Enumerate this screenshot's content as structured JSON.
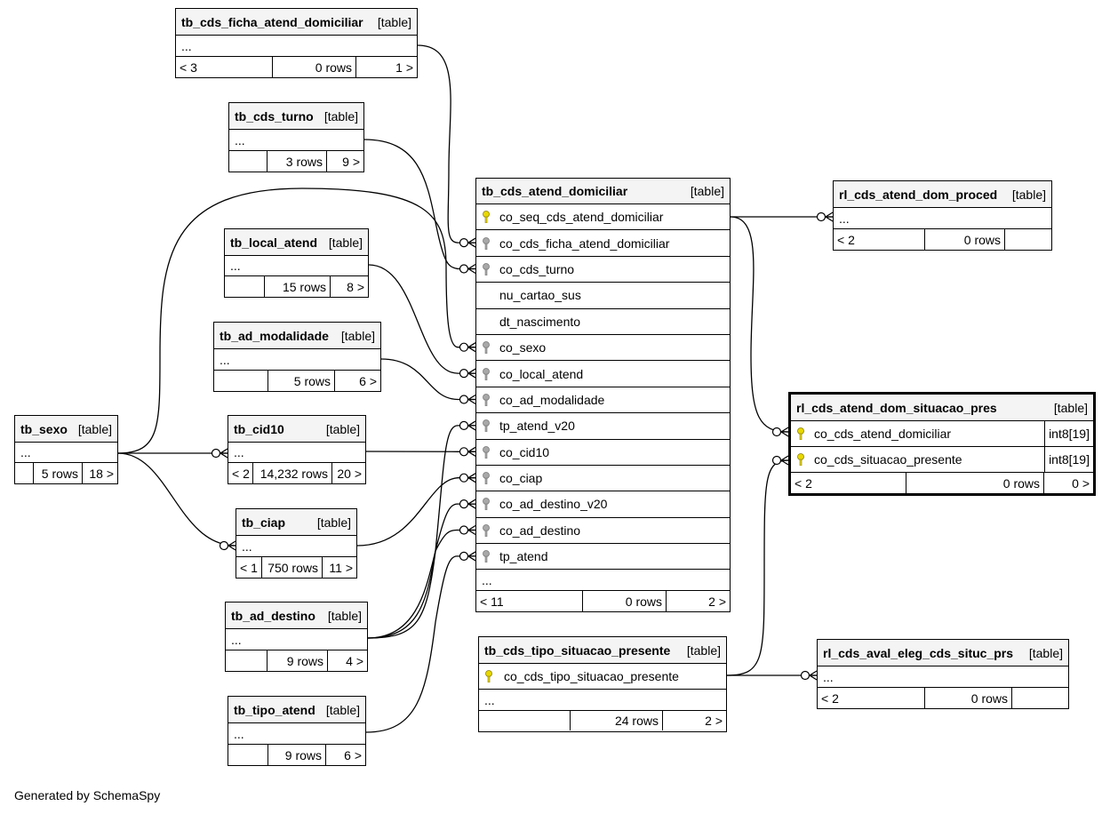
{
  "tables": {
    "tb_cds_ficha_atend_domiciliar": {
      "name": "tb_cds_ficha_atend_domiciliar",
      "type": "[table]",
      "ellipsis": "...",
      "foot": [
        "< 3",
        "0 rows",
        "1 >"
      ]
    },
    "tb_cds_turno": {
      "name": "tb_cds_turno",
      "type": "[table]",
      "ellipsis": "...",
      "foot": [
        "",
        "3 rows",
        "9 >"
      ]
    },
    "tb_local_atend": {
      "name": "tb_local_atend",
      "type": "[table]",
      "ellipsis": "...",
      "foot": [
        "",
        "15 rows",
        "8 >"
      ]
    },
    "tb_ad_modalidade": {
      "name": "tb_ad_modalidade",
      "type": "[table]",
      "ellipsis": "...",
      "foot": [
        "",
        "5 rows",
        "6 >"
      ]
    },
    "tb_sexo": {
      "name": "tb_sexo",
      "type": "[table]",
      "ellipsis": "...",
      "foot": [
        "",
        "5 rows",
        "18 >"
      ]
    },
    "tb_cid10": {
      "name": "tb_cid10",
      "type": "[table]",
      "ellipsis": "...",
      "foot": [
        "< 2",
        "14,232 rows",
        "20 >"
      ]
    },
    "tb_ciap": {
      "name": "tb_ciap",
      "type": "[table]",
      "ellipsis": "...",
      "foot": [
        "< 1",
        "750 rows",
        "11 >"
      ]
    },
    "tb_ad_destino": {
      "name": "tb_ad_destino",
      "type": "[table]",
      "ellipsis": "...",
      "foot": [
        "",
        "9 rows",
        "4 >"
      ]
    },
    "tb_tipo_atend": {
      "name": "tb_tipo_atend",
      "type": "[table]",
      "ellipsis": "...",
      "foot": [
        "",
        "9 rows",
        "6 >"
      ]
    },
    "tb_cds_atend_domiciliar": {
      "name": "tb_cds_atend_domiciliar",
      "type": "[table]",
      "ellipsis": "...",
      "foot": [
        "< 11",
        "0 rows",
        "2 >"
      ],
      "columns": [
        {
          "name": "co_seq_cds_atend_domiciliar",
          "key": "pk"
        },
        {
          "name": "co_cds_ficha_atend_domiciliar",
          "key": "fk"
        },
        {
          "name": "co_cds_turno",
          "key": "fk"
        },
        {
          "name": "nu_cartao_sus",
          "key": ""
        },
        {
          "name": "dt_nascimento",
          "key": ""
        },
        {
          "name": "co_sexo",
          "key": "fk"
        },
        {
          "name": "co_local_atend",
          "key": "fk"
        },
        {
          "name": "co_ad_modalidade",
          "key": "fk"
        },
        {
          "name": "tp_atend_v20",
          "key": "fk"
        },
        {
          "name": "co_cid10",
          "key": "fk"
        },
        {
          "name": "co_ciap",
          "key": "fk"
        },
        {
          "name": "co_ad_destino_v20",
          "key": "fk"
        },
        {
          "name": "co_ad_destino",
          "key": "fk"
        },
        {
          "name": "tp_atend",
          "key": "fk"
        }
      ]
    },
    "tb_cds_tipo_situacao_presente": {
      "name": "tb_cds_tipo_situacao_presente",
      "type": "[table]",
      "ellipsis": "...",
      "foot": [
        "",
        "24 rows",
        "2 >"
      ],
      "columns": [
        {
          "name": "co_cds_tipo_situacao_presente",
          "key": "pk"
        }
      ]
    },
    "rl_cds_atend_dom_proced": {
      "name": "rl_cds_atend_dom_proced",
      "type": "[table]",
      "ellipsis": "...",
      "foot": [
        "< 2",
        "0 rows",
        ""
      ]
    },
    "rl_cds_atend_dom_situacao_pres": {
      "name": "rl_cds_atend_dom_situacao_pres",
      "type": "[table]",
      "foot": [
        "< 2",
        "0 rows",
        "0 >"
      ],
      "columns": [
        {
          "name": "co_cds_atend_domiciliar",
          "key": "pk",
          "dtype": "int8[19]"
        },
        {
          "name": "co_cds_situacao_presente",
          "key": "pk",
          "dtype": "int8[19]"
        }
      ]
    },
    "rl_cds_aval_eleg_cds_situc_prs": {
      "name": "rl_cds_aval_eleg_cds_situc_prs",
      "type": "[table]",
      "ellipsis": "...",
      "foot": [
        "< 2",
        "0 rows",
        ""
      ]
    }
  },
  "colors": {
    "pk_key": "#e8d800",
    "fk_key": "#a8a8a8",
    "header_bg": "#f4f4f4",
    "line": "#000000"
  },
  "footer": {
    "generated": "Generated by SchemaSpy"
  }
}
